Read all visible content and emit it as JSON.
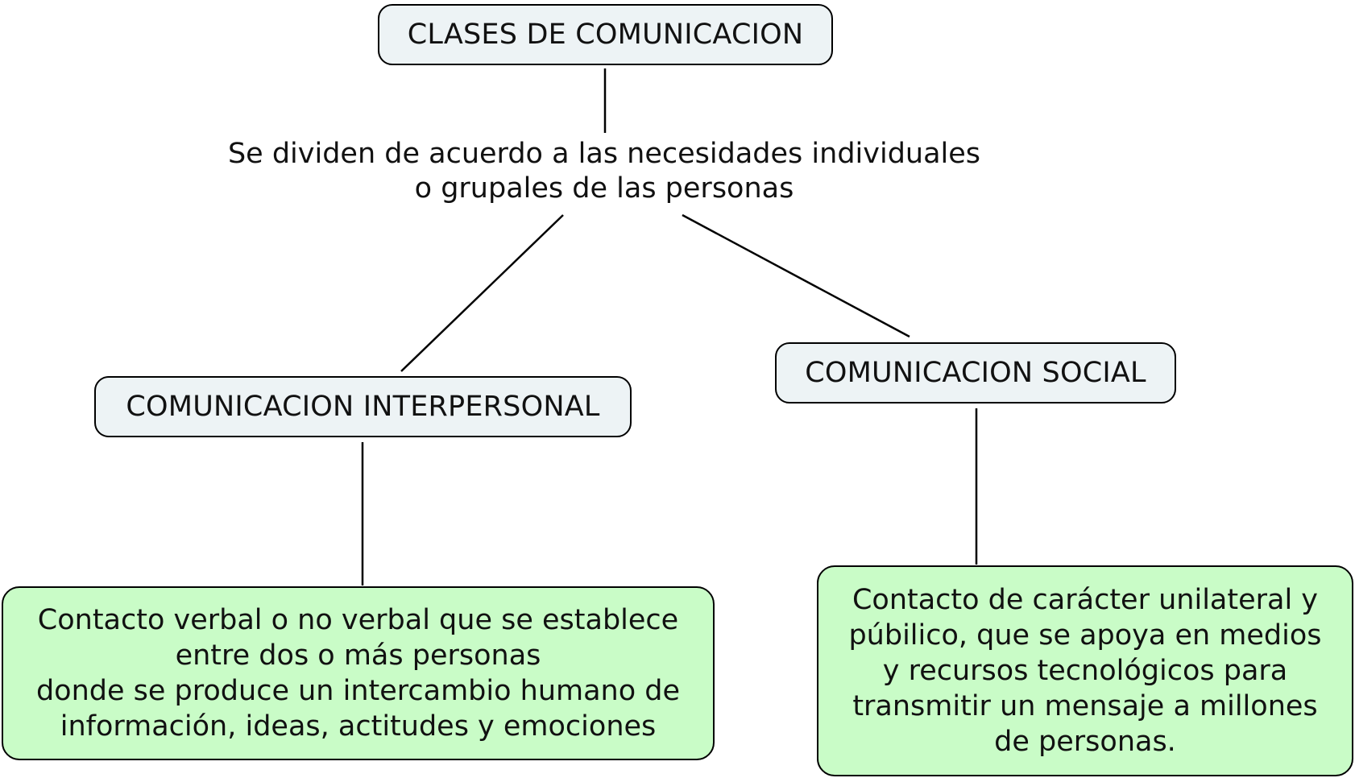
{
  "diagram": {
    "root": {
      "label": "CLASES DE COMUNICACION"
    },
    "linking_phrase": {
      "text": "Se dividen de acuerdo a las necesidades individuales\no grupales de las personas"
    },
    "branches": [
      {
        "label": "COMUNICACION INTERPERSONAL",
        "description": "Contacto verbal o no verbal que se establece\nentre dos o más personas\ndonde se produce un intercambio humano de\ninformación, ideas, actitudes y emociones"
      },
      {
        "label": "COMUNICACION SOCIAL",
        "description": "Contacto de carácter unilateral y\npúbilico, que se apoya en medios\ny recursos tecnológicos para\ntransmitir un mensaje a millones\nde personas."
      }
    ],
    "colors": {
      "concept_fill": "#edf3f5",
      "detail_fill": "#c9fcc7",
      "stroke": "#000000"
    }
  }
}
